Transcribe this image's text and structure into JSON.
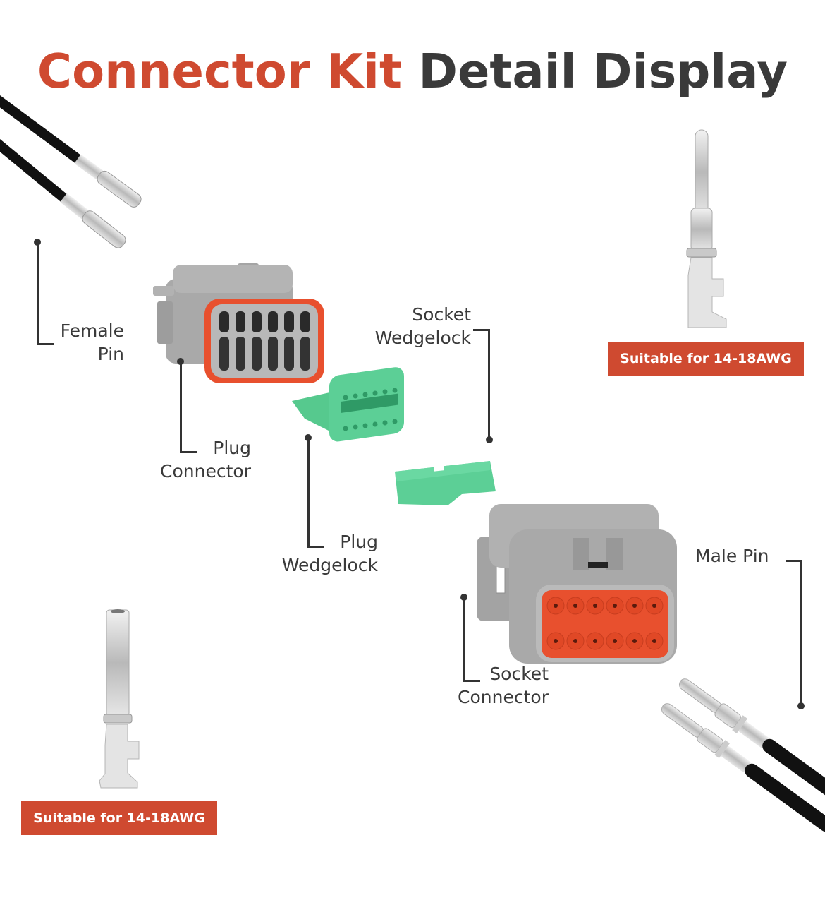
{
  "title": {
    "accent": "Connector Kit",
    "rest": "Detail Display"
  },
  "colors": {
    "accent": "#cf4a30",
    "text": "#3a3a3a",
    "connector_gray": "#a9a9a9",
    "seal_orange": "#e8502e",
    "wedgelock_green": "#5ccf96"
  },
  "labels": {
    "female_pin": [
      "Female",
      "Pin"
    ],
    "plug_connector": [
      "Plug",
      "Connector"
    ],
    "socket_wedgelock": [
      "Socket",
      "Wedgelock"
    ],
    "plug_wedgelock": [
      "Plug",
      "Wedgelock"
    ],
    "male_pin": "Male Pin",
    "socket_connector": [
      "Socket",
      "Connector"
    ]
  },
  "badges": {
    "male_pin_badge": "Suitable for 14-18AWG",
    "female_pin_badge": "Suitable for 14-18AWG"
  },
  "parts": {
    "plug_connector_cavities": 12,
    "socket_connector_cavities": 12
  }
}
